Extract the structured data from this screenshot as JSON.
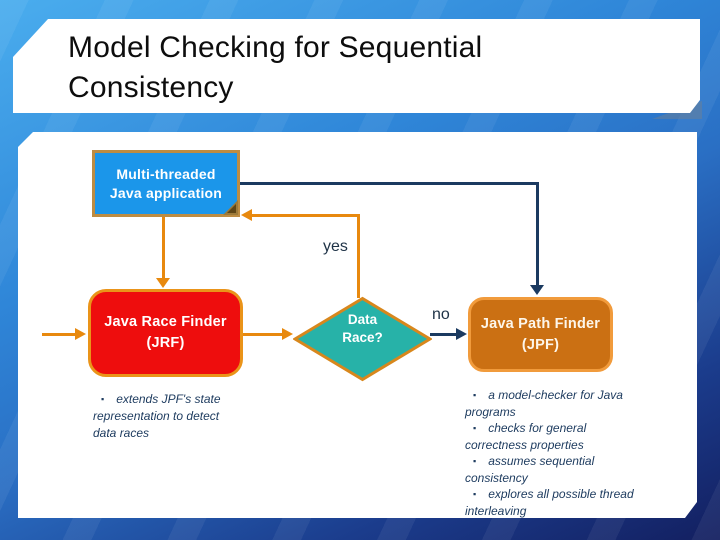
{
  "slide": {
    "title": "Model Checking for Sequential Consistency"
  },
  "flowchart": {
    "app_box": {
      "line1": "Multi-threaded",
      "line2": "Java application"
    },
    "jrf_box": {
      "line1": "Java Race Finder",
      "line2": "(JRF)"
    },
    "decision_diamond": {
      "line1": "Data",
      "line2": "Race?"
    },
    "jpf_box": {
      "line1": "Java Path Finder",
      "line2": "(JPF)"
    },
    "edge_labels": {
      "yes": "yes",
      "no": "no"
    }
  },
  "notes": {
    "bullet_char": "▪",
    "jrf": [
      "extends JPF's state representation to detect data races"
    ],
    "jpf": [
      "a model-checker for Java programs",
      "checks for general correctness properties",
      "assumes sequential consistency",
      "explores all possible thread interleaving"
    ]
  },
  "colors": {
    "background_top": "#4aadee",
    "background_bottom": "#131f60",
    "panel": "#ffffff",
    "app_box_fill": "#1b96ea",
    "app_box_border": "#bd8c42",
    "jrf_fill": "#ee0d0d",
    "diamond_fill": "#27b2a8",
    "jpf_fill": "#cb7013",
    "orange_accent": "#e8890e",
    "navy_accent": "#1b3a60"
  }
}
